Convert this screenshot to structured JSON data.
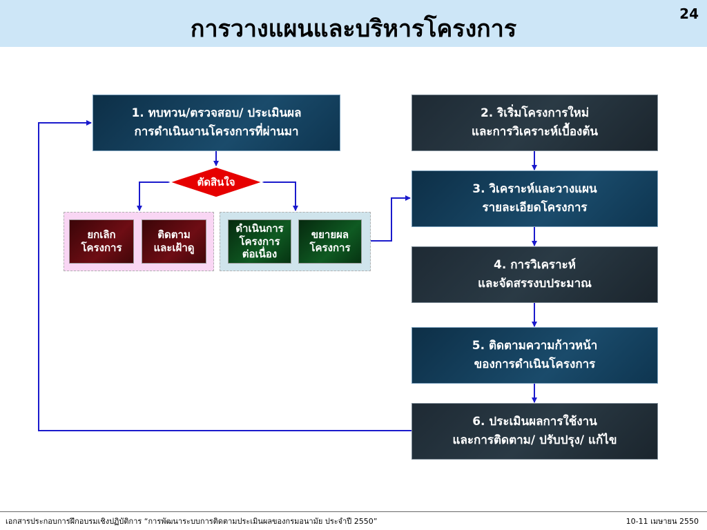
{
  "header": {
    "title": "การวางแผนและบริหารโครงการ",
    "page_number": "24"
  },
  "steps": {
    "s1": {
      "line1": "1. ทบทวน/ตรวจสอบ/ ประเมินผล",
      "line2": "การดำเนินงานโครงการที่ผ่านมา"
    },
    "s2": {
      "line1": "2. ริเริ่มโครงการใหม่",
      "line2": "และการวิเคราะห์เบื้องต้น"
    },
    "s3": {
      "line1": "3. วิเคราะห์และวางแผน",
      "line2": "รายละเอียดโครงการ"
    },
    "s4": {
      "line1": "4. การวิเคราะห์",
      "line2": "และจัดสรรงบประมาณ"
    },
    "s5": {
      "line1": "5. ติดตามความก้าวหน้า",
      "line2": "ของการดำเนินโครงการ"
    },
    "s6": {
      "line1": "6. ประเมินผลการใช้งาน",
      "line2": "และการติดตาม/ ปรับปรุง/ แก้ไข"
    }
  },
  "decision": {
    "label": "ตัดสินใจ"
  },
  "options": {
    "cancel": {
      "line1": "ยกเลิก",
      "line2": "โครงการ"
    },
    "monitor": {
      "line1": "ติดตาม",
      "line2": "และเฝ้าดู"
    },
    "continue": {
      "line1": "ดำเนินการ",
      "line2": "โครงการ",
      "line3": "ต่อเนื่อง"
    },
    "expand": {
      "line1": "ขยายผล",
      "line2": "โครงการ"
    }
  },
  "colors": {
    "header_bg": "#cde6f7",
    "connector": "#1a1acc",
    "decision": "#e60000",
    "stop_group_bg": "#f9d6f4",
    "go_group_bg": "#cfe4ec"
  },
  "footer": {
    "left": "เอกสารประกอบการฝึกอบรมเชิงปฏิบัติการ “การพัฒนาระบบการติดตามประเมินผลของกรมอนามัย ประจำปี 2550”",
    "right": "10-11 เมษายน 2550"
  }
}
